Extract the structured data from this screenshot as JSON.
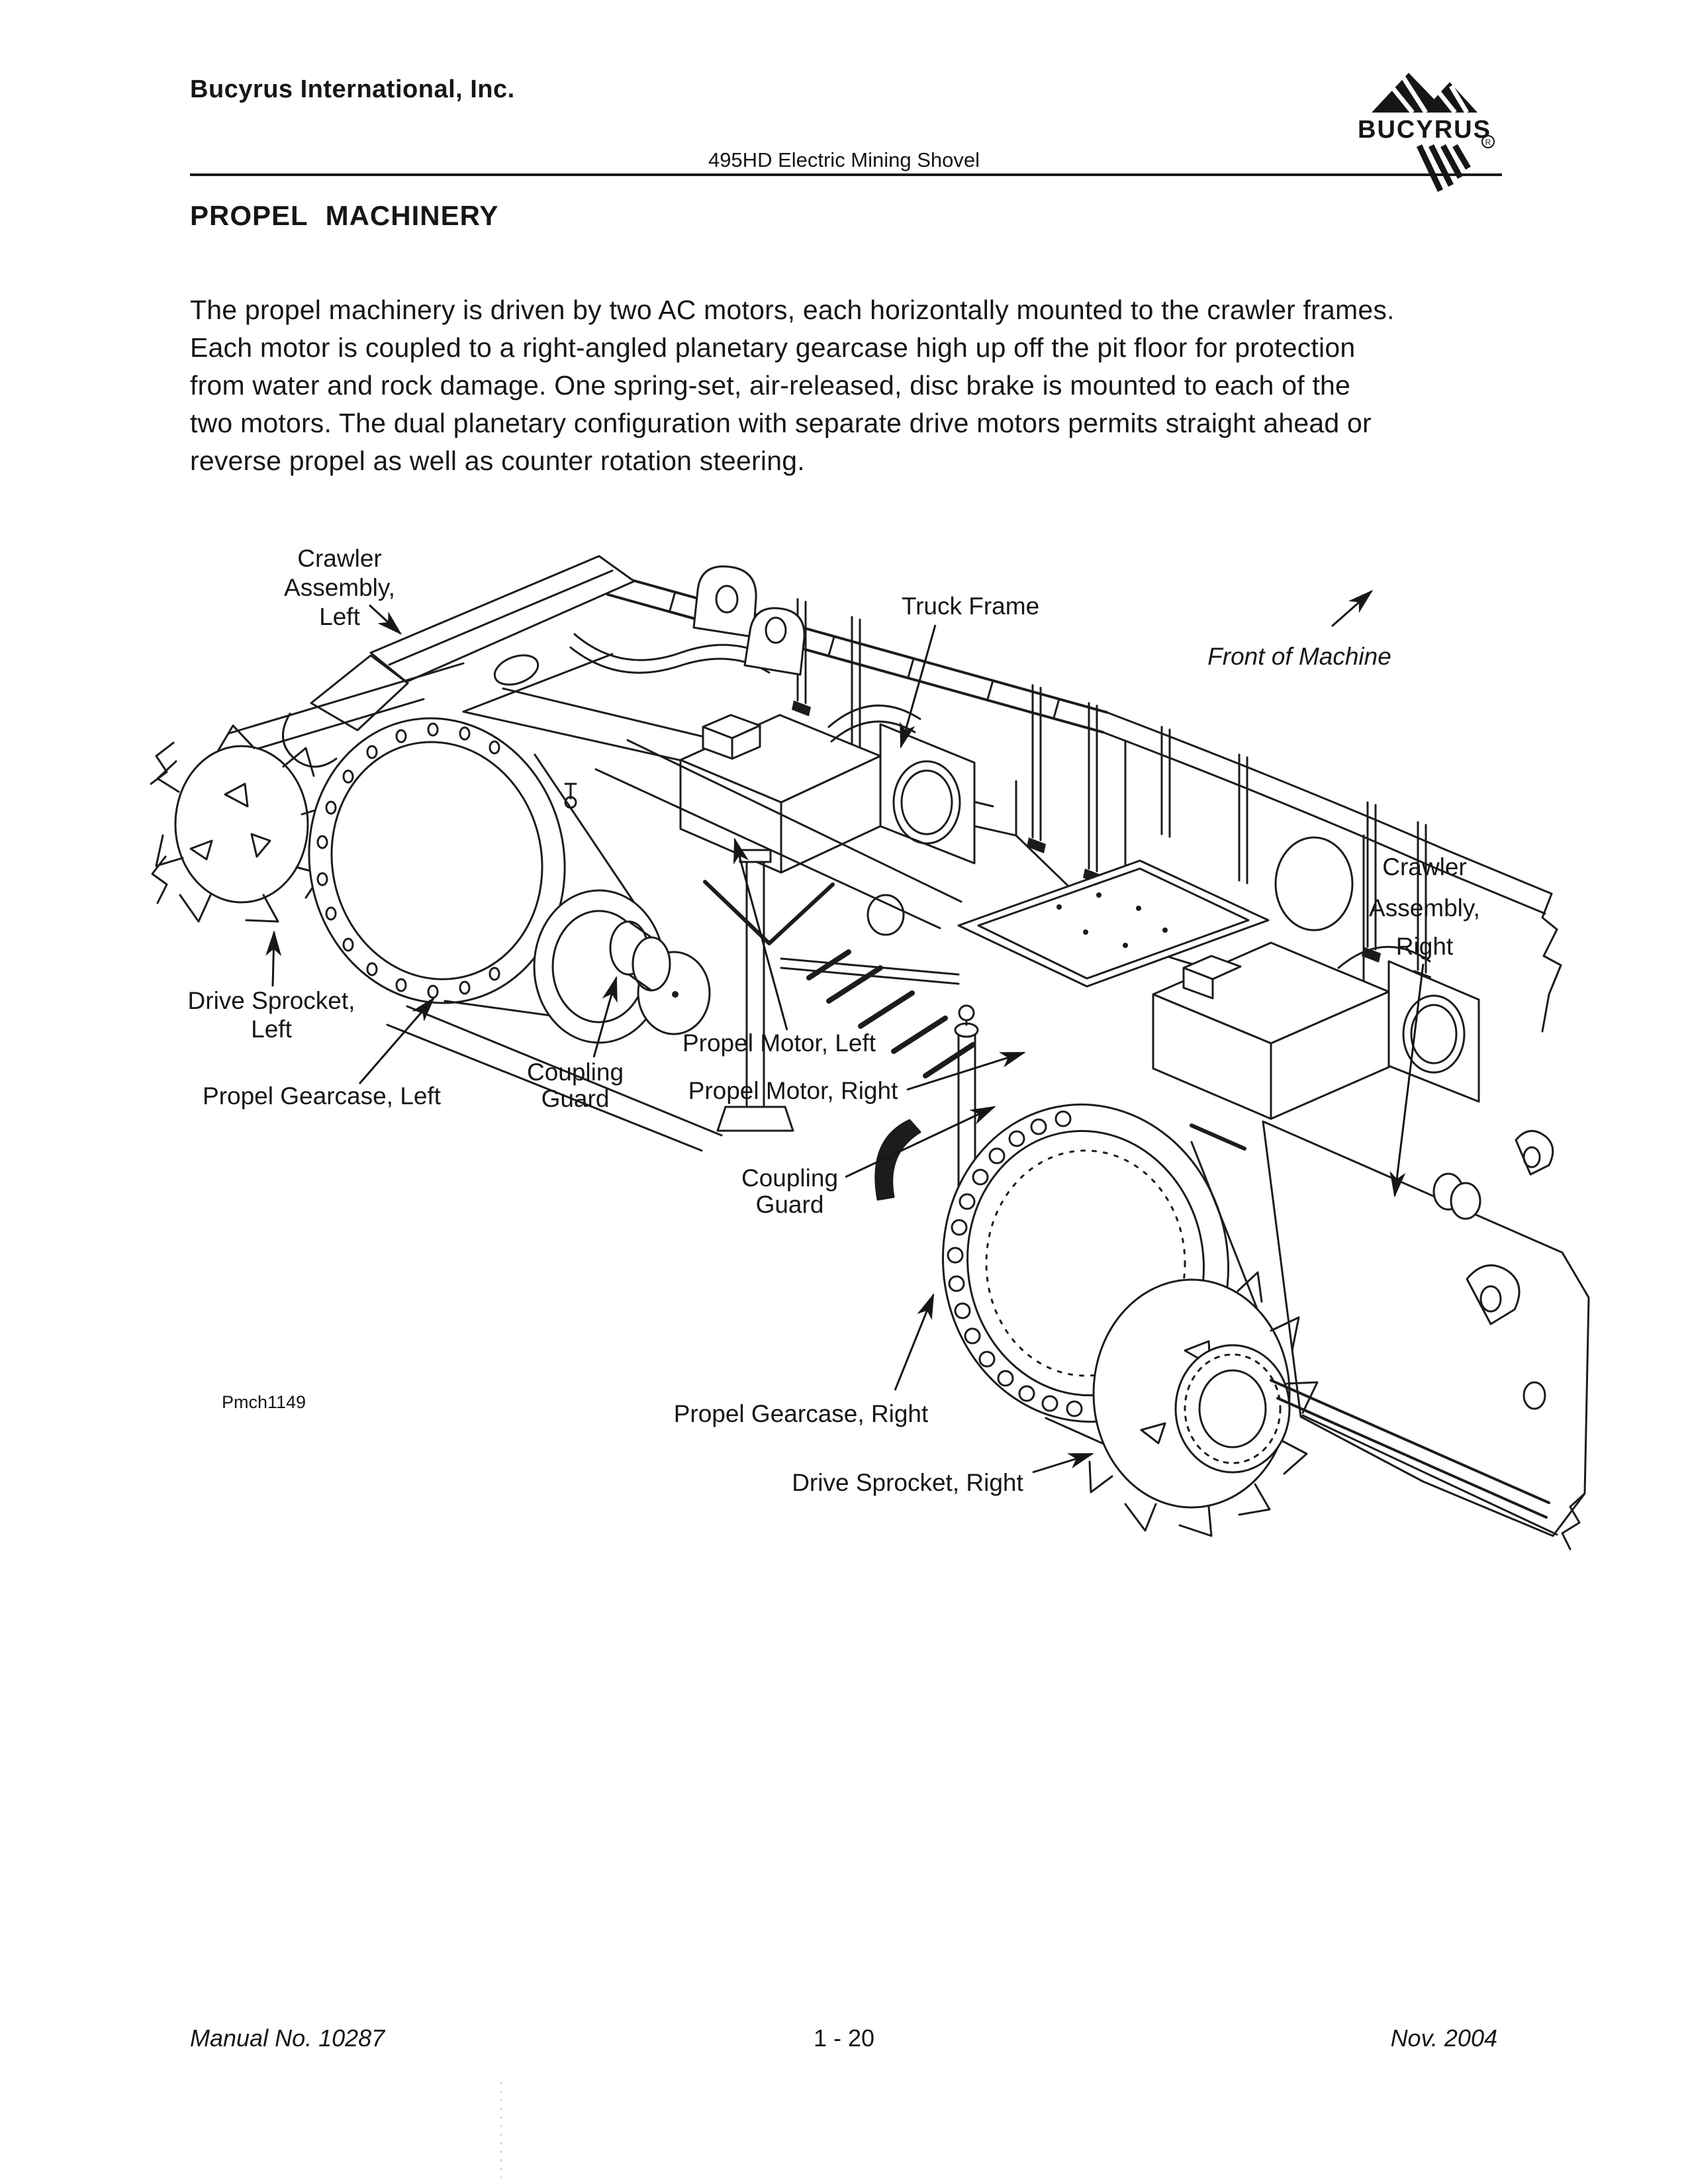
{
  "header": {
    "company": "Bucyrus International, Inc.",
    "subtitle": "495HD Electric Mining Shovel",
    "logo": {
      "text": "BUCYRUS",
      "reg": "R"
    }
  },
  "section_title": "PROPEL MACHINERY",
  "paragraph_lines": [
    "The propel machinery is driven by two AC motors, each horizontally mounted to the crawler frames.",
    "Each motor is coupled to a right-angled planetary gearcase high up off the pit floor for protection",
    "from water and rock damage. One spring-set, air-released, disc brake is mounted to each of the",
    "two motors. The dual planetary configuration with separate drive motors permits straight ahead or",
    "reverse propel as well as counter rotation steering."
  ],
  "figure": {
    "code": "Pmch1149",
    "labels": [
      {
        "id": "crawler-assembly-left",
        "lines": [
          "Crawler",
          "Assembly,",
          "Left"
        ]
      },
      {
        "id": "truck-frame",
        "lines": [
          "Truck Frame"
        ]
      },
      {
        "id": "front-of-machine",
        "lines": [
          "Front of Machine"
        ]
      },
      {
        "id": "crawler-assembly-right",
        "lines": [
          "Crawler",
          "Assembly,",
          "Right"
        ]
      },
      {
        "id": "drive-sprocket-left",
        "lines": [
          "Drive Sprocket,",
          "Left"
        ]
      },
      {
        "id": "propel-gearcase-left",
        "lines": [
          "Propel Gearcase, Left"
        ]
      },
      {
        "id": "coupling-guard-left",
        "lines": [
          "Coupling",
          "Guard"
        ]
      },
      {
        "id": "propel-motor-left",
        "lines": [
          "Propel Motor, Left"
        ]
      },
      {
        "id": "propel-motor-right",
        "lines": [
          "Propel Motor, Right"
        ]
      },
      {
        "id": "coupling-guard-right",
        "lines": [
          "Coupling",
          "Guard"
        ]
      },
      {
        "id": "propel-gearcase-right",
        "lines": [
          "Propel Gearcase, Right"
        ]
      },
      {
        "id": "drive-sprocket-right",
        "lines": [
          "Drive Sprocket, Right"
        ]
      }
    ]
  },
  "footer": {
    "manual_no": "Manual No. 10287",
    "page_no": "1 - 20",
    "date": "Nov. 2004"
  }
}
